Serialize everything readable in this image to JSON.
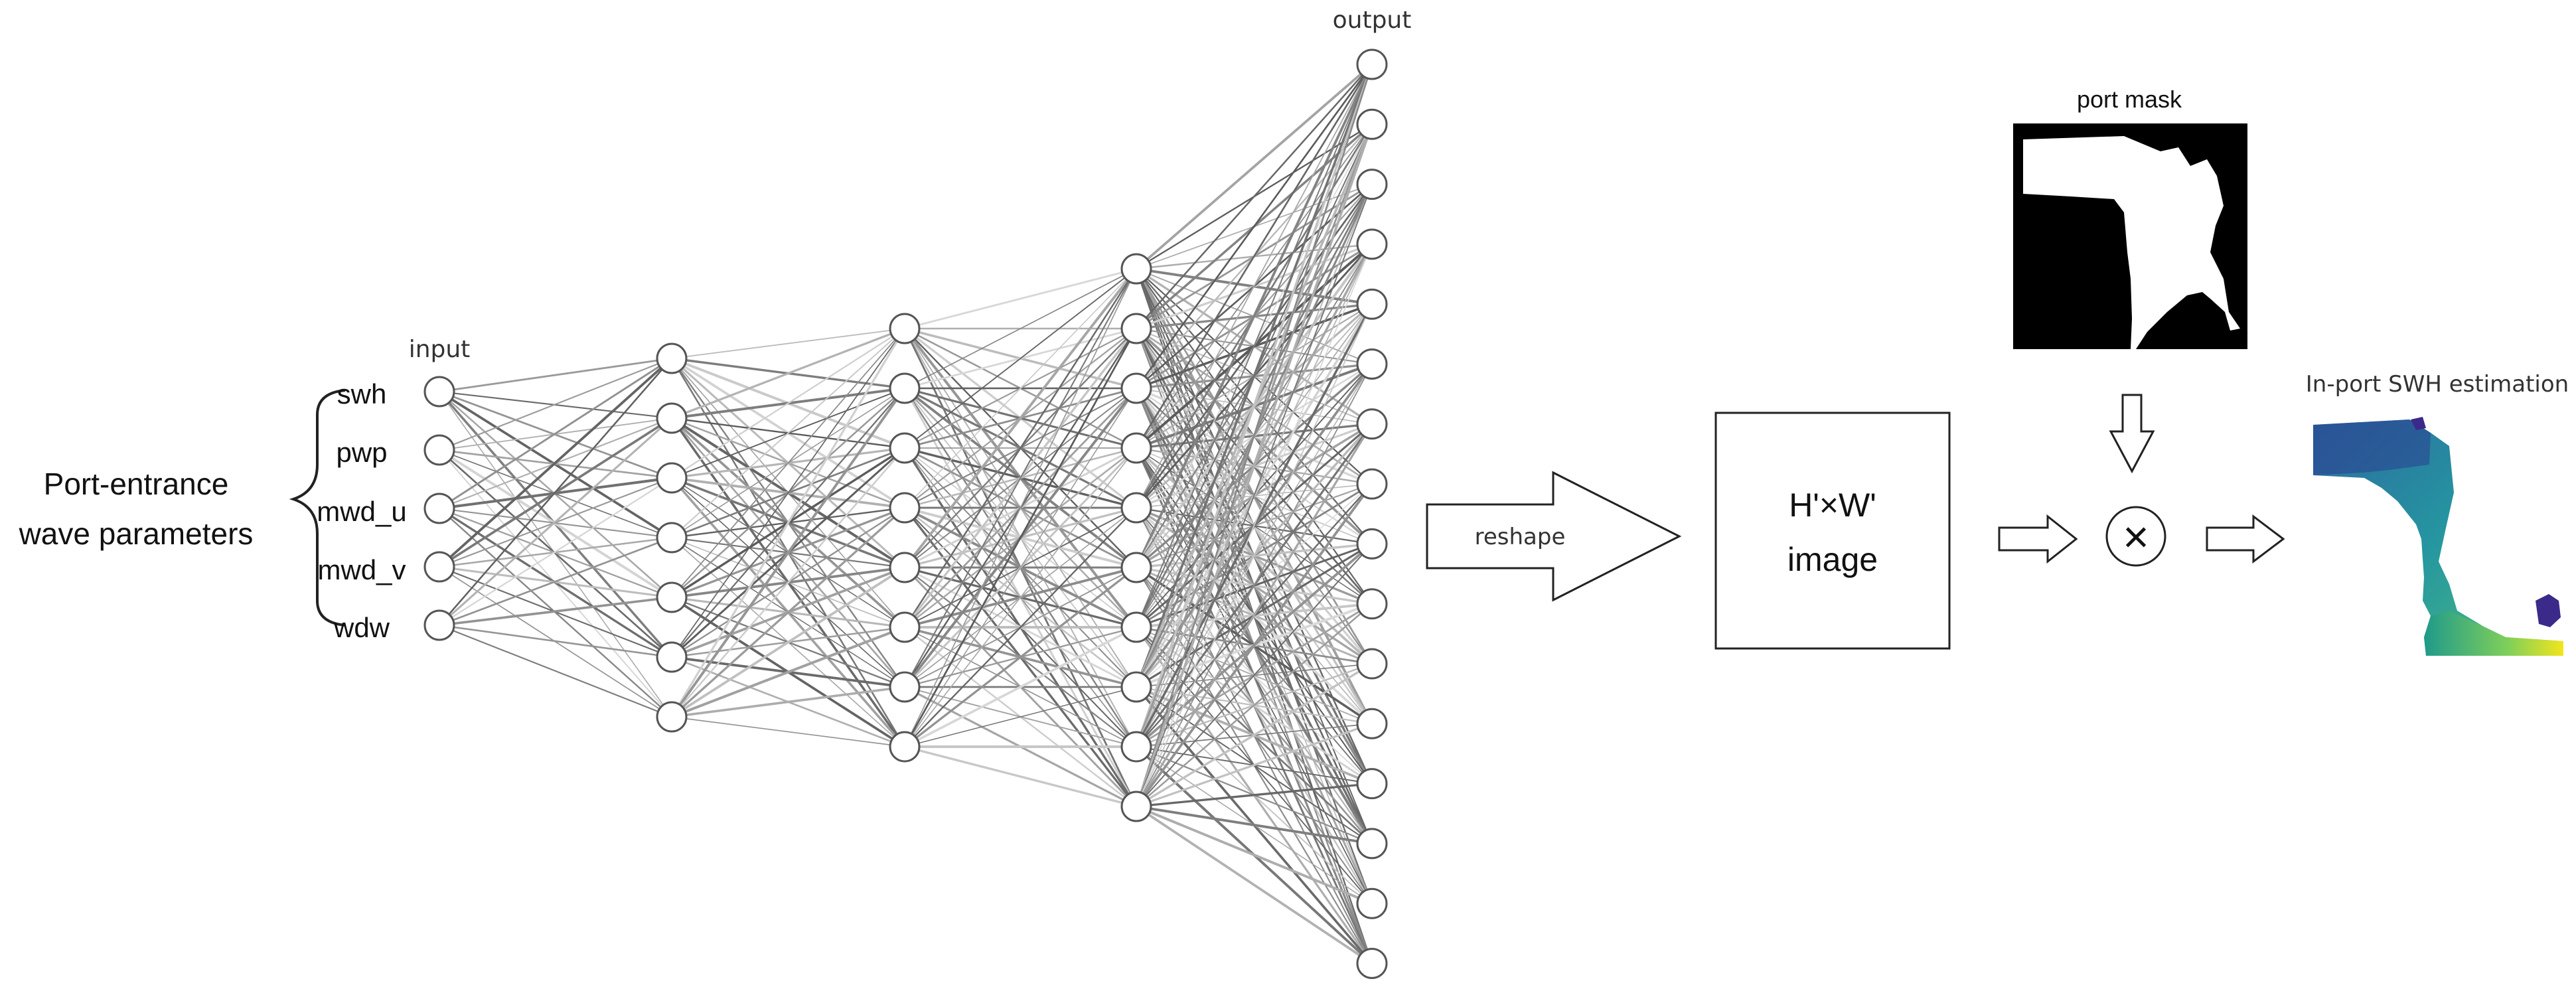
{
  "inputs_group_label": [
    "Port-entrance",
    "wave parameters"
  ],
  "input_features": [
    "swh",
    "pwp",
    "mwd_u",
    "mwd_v",
    "wdw"
  ],
  "network": {
    "input_label": "input",
    "output_label": "output",
    "layer_sizes": [
      5,
      7,
      8,
      10,
      16
    ]
  },
  "reshape_label": "reshape",
  "image_box": {
    "line1": "H'×W'",
    "line2": "image"
  },
  "port_mask_label": "port mask",
  "multiply_symbol": "×",
  "result_label": "In-port SWH estimation",
  "colors": {
    "mask_fill": "#000000",
    "heatmap_dark": "#3b2a8a",
    "heatmap_mid": "#1f9a8a",
    "heatmap_bright": "#f2e51c"
  }
}
